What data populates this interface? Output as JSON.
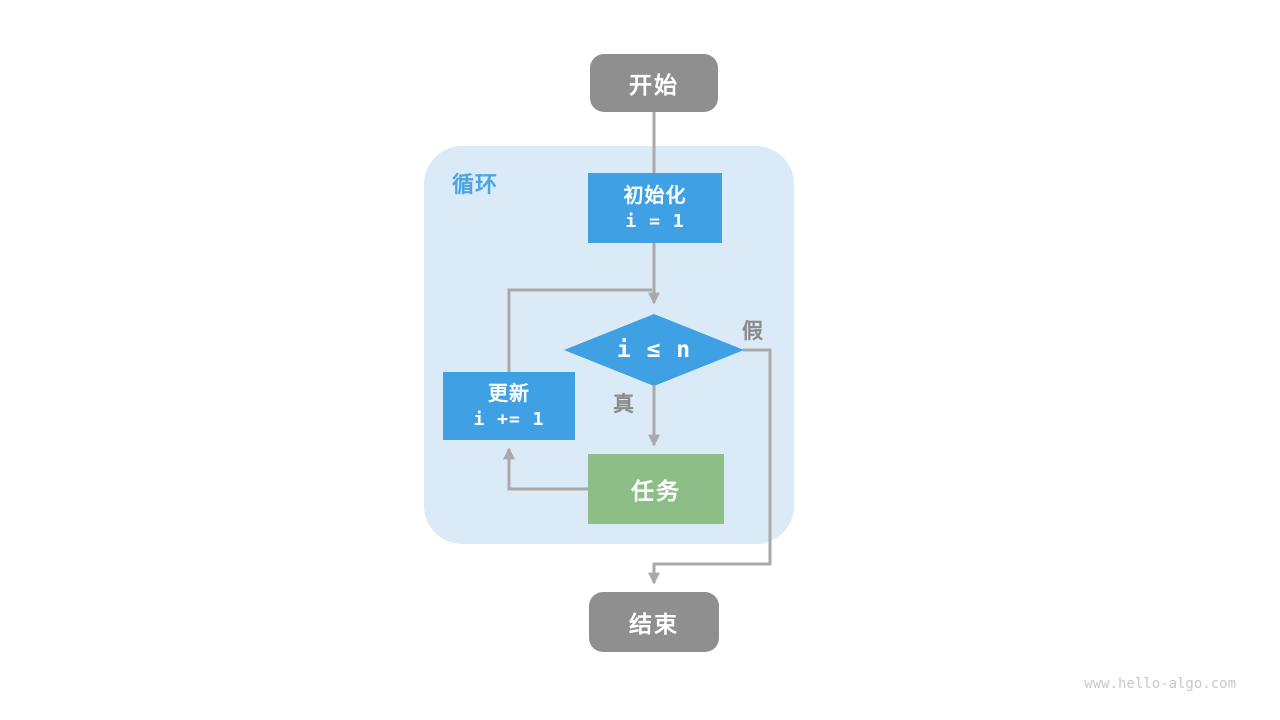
{
  "page": {
    "watermark": "www.hello-algo.com"
  },
  "colors": {
    "page_bg": "#ffffff",
    "terminal_gray": "#8f8f8f",
    "process_blue": "#3fa0e4",
    "task_green": "#8ebe88",
    "loop_bg": "#dbeaf7",
    "loop_label_blue": "#4aa5e8",
    "edge_gray": "#a9a9a9",
    "edge_label_gray": "#8a8a8a",
    "watermark_gray": "#c8c8c8",
    "node_text": "#ffffff"
  },
  "loop": {
    "label": "循环"
  },
  "nodes": {
    "start": {
      "label": "开始"
    },
    "init": {
      "title": "初始化",
      "code": "i = 1"
    },
    "condition": {
      "code": "i ≤ n"
    },
    "update": {
      "title": "更新",
      "code": "i += 1"
    },
    "task": {
      "label": "任务"
    },
    "end": {
      "label": "结束"
    }
  },
  "edges": {
    "true_label": "真",
    "false_label": "假"
  }
}
